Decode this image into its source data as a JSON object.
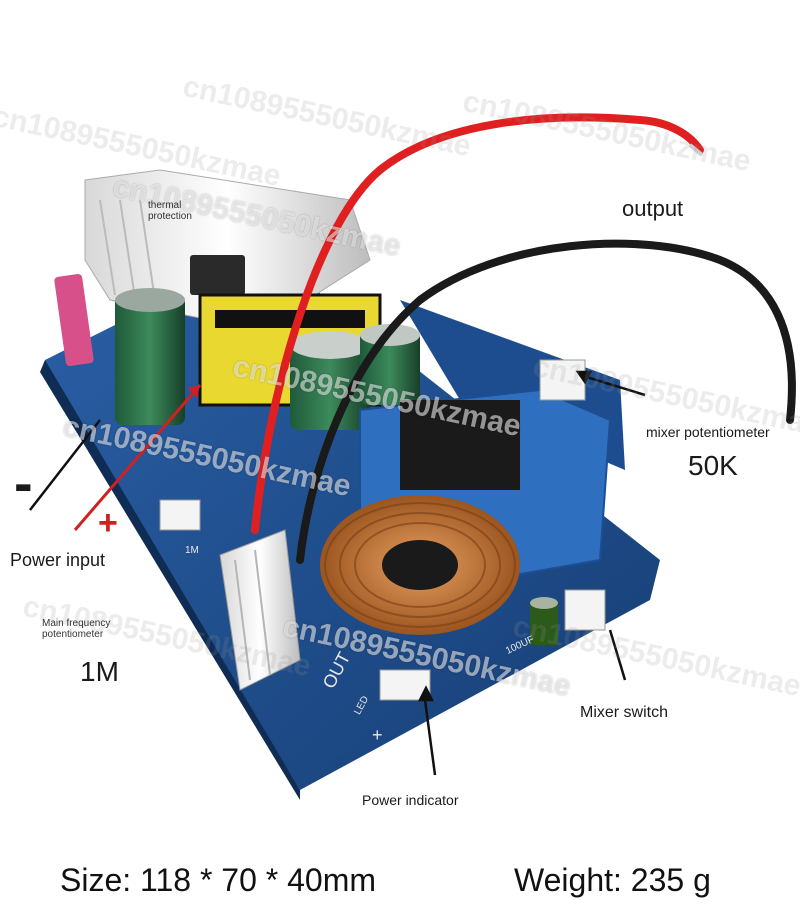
{
  "labels": {
    "thermal": "thermal protection",
    "output": "output",
    "mixer_pot": "mixer potentiometer",
    "mixer_pot_value": "50K",
    "minus": "-",
    "plus": "+",
    "power_input": "Power input",
    "main_freq": "Main frequency potentiometer",
    "main_freq_value": "1M",
    "mixer_switch": "Mixer switch",
    "power_indicator": "Power indicator"
  },
  "board_marks": {
    "out": "OUT",
    "plus": "+",
    "led": "LED",
    "cap": "100UF",
    "r1m": "1M"
  },
  "specs": {
    "size": "Size: 118 * 70 * 40mm",
    "weight": "Weight: 235 g"
  },
  "watermark": "cn1089555050kzmae",
  "colors": {
    "pcb": "#1f4f8f",
    "copper": "#c87a3c",
    "red_wire": "#e02020",
    "transformer": "#2f6fc0"
  }
}
